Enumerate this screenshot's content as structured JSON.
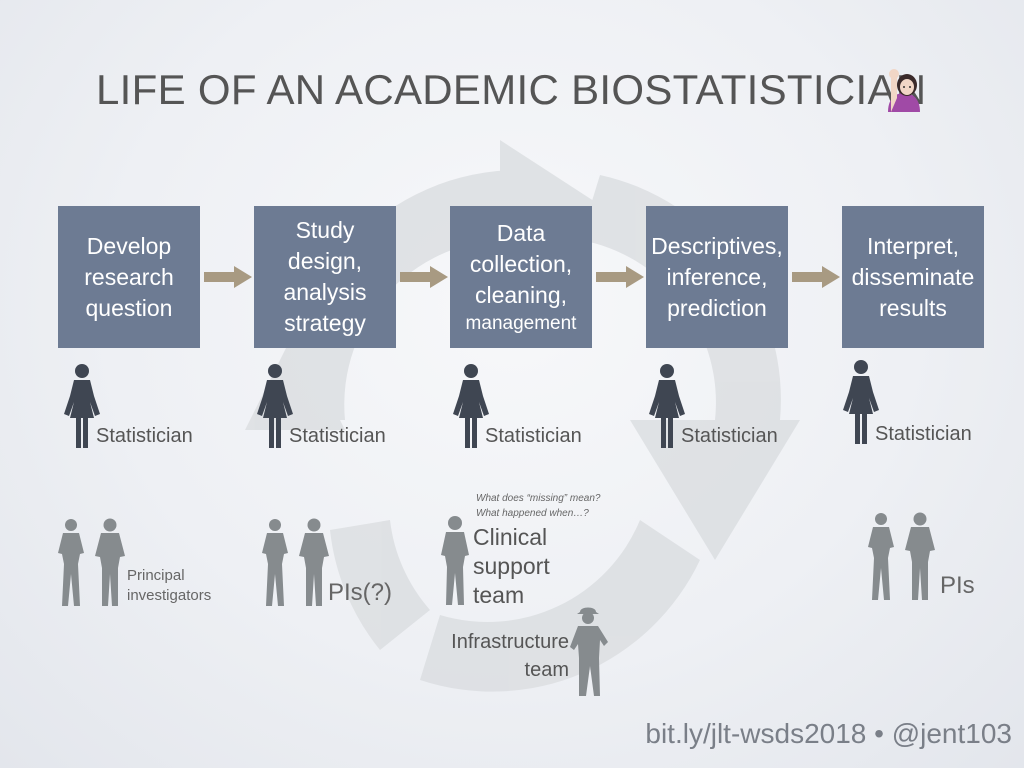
{
  "title": "LIFE OF AN ACADEMIC BIOSTATISTICIAN",
  "steps": [
    {
      "lines": [
        "Develop",
        "research",
        "question"
      ]
    },
    {
      "lines": [
        "Study",
        "design,",
        "analysis",
        "strategy"
      ]
    },
    {
      "lines": [
        "Data",
        "collection,",
        "cleaning,"
      ],
      "small": "management"
    },
    {
      "lines": [
        "Descriptives,",
        "inference,",
        "prediction"
      ]
    },
    {
      "lines": [
        "Interpret,",
        "disseminate",
        "results"
      ]
    }
  ],
  "statistician_label": "Statistician",
  "pi_labels": {
    "principal_line1": "Principal",
    "principal_line2": "investigators",
    "pis_maybe": "PIs(?)",
    "pis": "PIs"
  },
  "clinical": {
    "question1": "What does “missing” mean?",
    "question2": "What happened when…?",
    "line1": "Clinical",
    "line2": "support",
    "line3": "team"
  },
  "infrastructure": {
    "line1": "Infrastructure",
    "line2": "team"
  },
  "footer": "bit.ly/jlt-wsds2018 • @jent103",
  "colors": {
    "box": "#6d7b93",
    "arrow": "#a89a82",
    "statistician": "#3f4652",
    "people": "#868b8e",
    "cycle": "#d9dcdf"
  },
  "icons": {
    "emoji": "woman-raising-hand-icon",
    "statistician": "woman-figure-icon",
    "people": "person-silhouette-icon"
  }
}
